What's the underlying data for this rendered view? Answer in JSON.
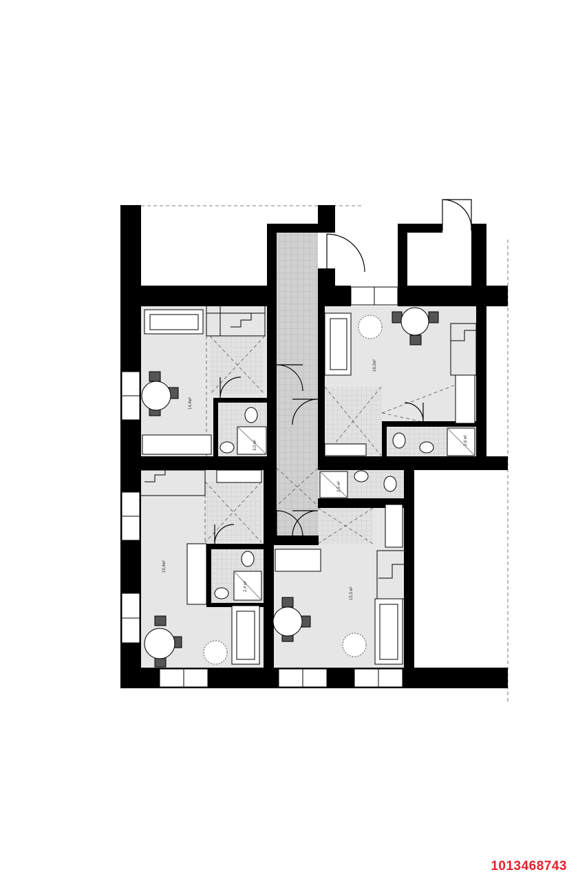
{
  "plan": {
    "room_areas": {
      "unit_top_left_living": "14,4м²",
      "unit_top_left_bath": "3,0 м²",
      "unit_top_right_living": "18,2м²",
      "unit_top_right_bath": "2,6 м²",
      "unit_center_bath": "2,5 м²",
      "unit_bottom_left_living": "19,4м²",
      "unit_bottom_left_bath": "2,4 м²",
      "unit_bottom_right_living": "15,3 м²"
    }
  },
  "listing": {
    "id": "1013468743",
    "id_color": "#e8202a"
  },
  "colors": {
    "wall": "#000000",
    "floor": "#e6e6e6",
    "tile": "#cfcfcf",
    "window": "#ffffff"
  }
}
